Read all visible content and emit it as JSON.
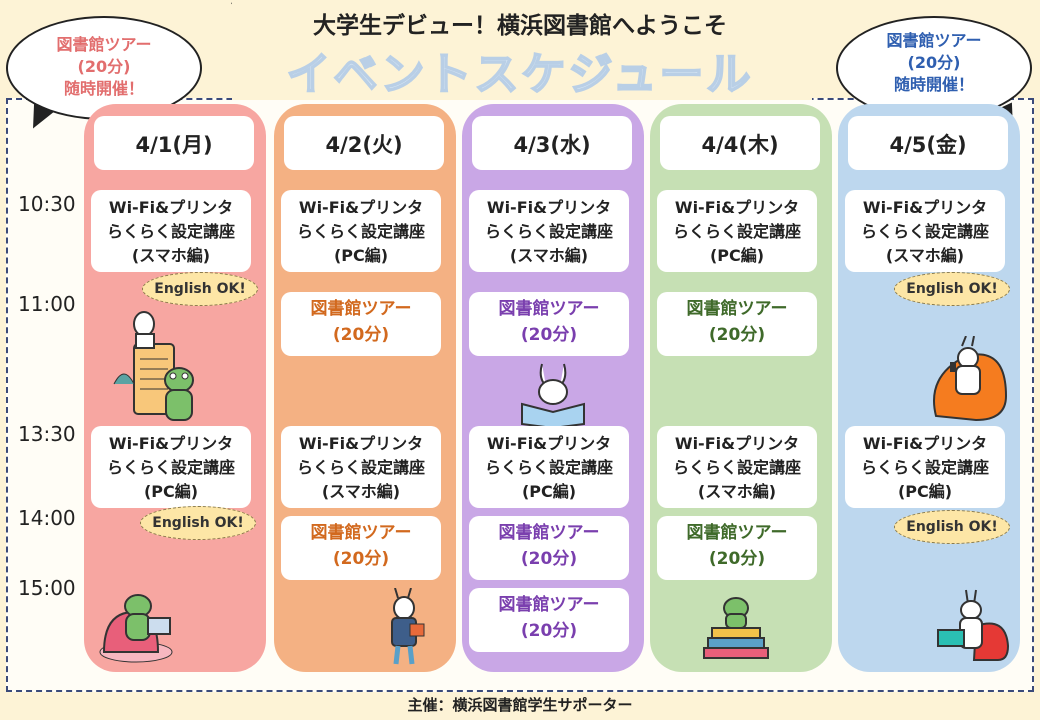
{
  "header": {
    "subtitle": "大学生デビュー！横浜図書館へようこそ",
    "title": "イベントスケジュール"
  },
  "bubbles": {
    "left": {
      "line1": "図書館ツアー",
      "line2": "(20分)",
      "line3": "随時開催！",
      "color": "#e26e6e"
    },
    "right": {
      "line1": "図書館ツアー",
      "line2": "(20分)",
      "line3": "随時開催！",
      "color": "#2f5fb0"
    }
  },
  "times": [
    "10:30",
    "11:00",
    "13:30",
    "14:00",
    "15:00"
  ],
  "days": [
    {
      "label": "4/1(月)",
      "color": "#f7a6a1",
      "tour_color": "#d24e4e",
      "morning": [
        "Wi-Fi&プリンタ",
        "らくらく設定講座",
        "(スマホ編)"
      ],
      "afternoon": [
        "Wi-Fi&プリンタ",
        "らくらく設定講座",
        "(PC編)"
      ],
      "badges": [
        "English OK!",
        "English OK!"
      ]
    },
    {
      "label": "4/2(火)",
      "color": "#f4b183",
      "tour_color": "#d2691e",
      "morning": [
        "Wi-Fi&プリンタ",
        "らくらく設定講座",
        "(PC編)"
      ],
      "tour1": [
        "図書館ツアー",
        "(20分)"
      ],
      "afternoon": [
        "Wi-Fi&プリンタ",
        "らくらく設定講座",
        "(スマホ編)"
      ],
      "tour2": [
        "図書館ツアー",
        "(20分)"
      ]
    },
    {
      "label": "4/3(水)",
      "color": "#c9a7e6",
      "tour_color": "#7a3fae",
      "morning": [
        "Wi-Fi&プリンタ",
        "らくらく設定講座",
        "(スマホ編)"
      ],
      "tour1": [
        "図書館ツアー",
        "(20分)"
      ],
      "afternoon": [
        "Wi-Fi&プリンタ",
        "らくらく設定講座",
        "(PC編)"
      ],
      "tour2": [
        "図書館ツアー",
        "(20分)"
      ],
      "tour3": [
        "図書館ツアー",
        "(20分)"
      ]
    },
    {
      "label": "4/4(木)",
      "color": "#c6e0b4",
      "tour_color": "#3f6a2a",
      "morning": [
        "Wi-Fi&プリンタ",
        "らくらく設定講座",
        "(PC編)"
      ],
      "tour1": [
        "図書館ツアー",
        "(20分)"
      ],
      "afternoon": [
        "Wi-Fi&プリンタ",
        "らくらく設定講座",
        "(スマホ編)"
      ],
      "tour2": [
        "図書館ツアー",
        "(20分)"
      ]
    },
    {
      "label": "4/5(金)",
      "color": "#bdd7ee",
      "tour_color": "#2f5fb0",
      "morning": [
        "Wi-Fi&プリンタ",
        "らくらく設定講座",
        "(スマホ編)"
      ],
      "afternoon": [
        "Wi-Fi&プリンタ",
        "らくらく設定講座",
        "(PC編)"
      ],
      "badges": [
        "English OK!",
        "English OK!"
      ]
    }
  ],
  "footer": "主催：横浜図書館学生サポーター",
  "icons": [
    "frog-icon",
    "rabbit-icon",
    "laptop-icon",
    "book-icon",
    "smartphone-icon"
  ]
}
